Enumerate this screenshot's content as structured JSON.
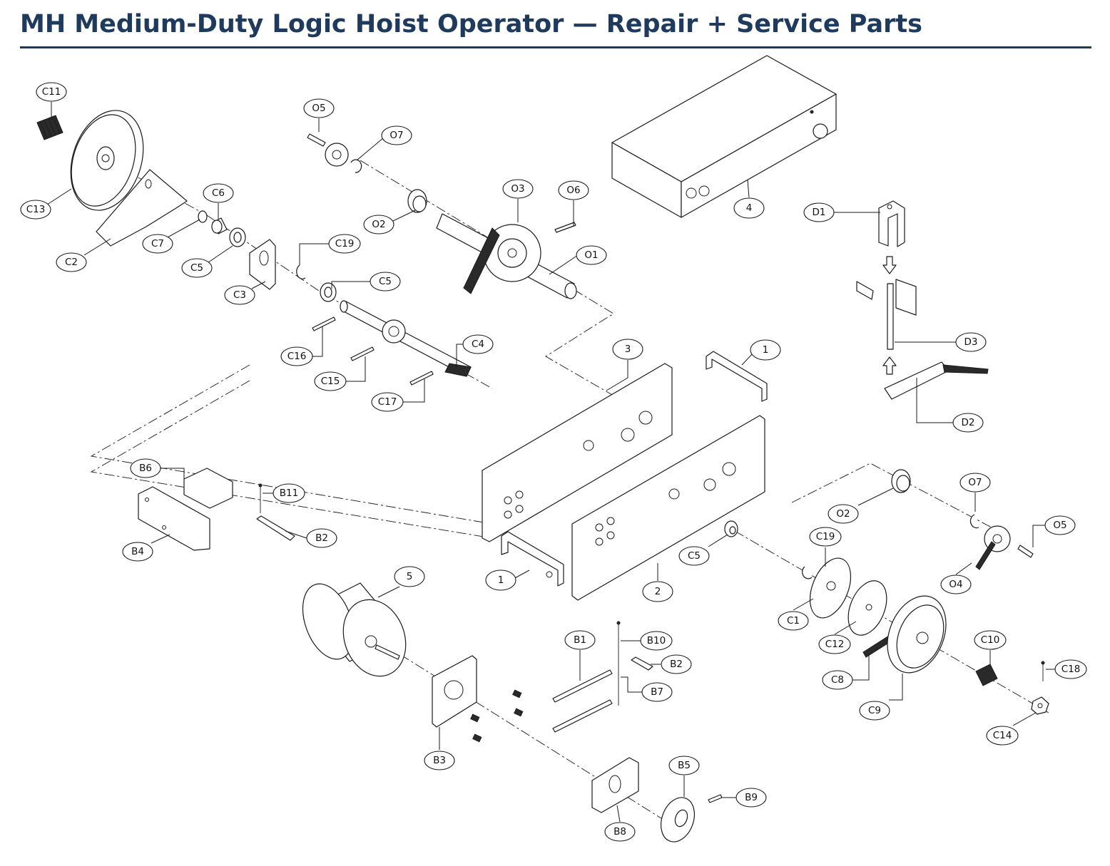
{
  "title": "MH Medium-Duty Logic Hoist Operator — Repair + Service Parts",
  "callouts": [
    {
      "id": "c11-top",
      "label": "C11"
    },
    {
      "id": "c13",
      "label": "C13"
    },
    {
      "id": "c2",
      "label": "C2"
    },
    {
      "id": "c7",
      "label": "C7"
    },
    {
      "id": "c6",
      "label": "C6"
    },
    {
      "id": "c5-a",
      "label": "C5"
    },
    {
      "id": "c3",
      "label": "C3"
    },
    {
      "id": "c19-a",
      "label": "C19"
    },
    {
      "id": "c5-b",
      "label": "C5"
    },
    {
      "id": "c16",
      "label": "C16"
    },
    {
      "id": "c15",
      "label": "C15"
    },
    {
      "id": "c17",
      "label": "C17"
    },
    {
      "id": "c4",
      "label": "C4"
    },
    {
      "id": "o5-a",
      "label": "O5"
    },
    {
      "id": "o7-a",
      "label": "O7"
    },
    {
      "id": "o2-a",
      "label": "O2"
    },
    {
      "id": "o3",
      "label": "O3"
    },
    {
      "id": "o6",
      "label": "O6"
    },
    {
      "id": "o1",
      "label": "O1"
    },
    {
      "id": "p4",
      "label": "4"
    },
    {
      "id": "d1",
      "label": "D1"
    },
    {
      "id": "d3",
      "label": "D3"
    },
    {
      "id": "d2",
      "label": "D2"
    },
    {
      "id": "p3",
      "label": "3"
    },
    {
      "id": "p1-a",
      "label": "1"
    },
    {
      "id": "p1-b",
      "label": "1"
    },
    {
      "id": "p2",
      "label": "2"
    },
    {
      "id": "b6",
      "label": "B6"
    },
    {
      "id": "b11",
      "label": "B11"
    },
    {
      "id": "b2-a",
      "label": "B2"
    },
    {
      "id": "b4",
      "label": "B4"
    },
    {
      "id": "p5",
      "label": "5"
    },
    {
      "id": "b3",
      "label": "B3"
    },
    {
      "id": "b1",
      "label": "B1"
    },
    {
      "id": "b10",
      "label": "B10"
    },
    {
      "id": "b2-b",
      "label": "B2"
    },
    {
      "id": "b7",
      "label": "B7"
    },
    {
      "id": "b5",
      "label": "B5"
    },
    {
      "id": "b9",
      "label": "B9"
    },
    {
      "id": "b8",
      "label": "B8"
    },
    {
      "id": "c5-c",
      "label": "C5"
    },
    {
      "id": "o2-b",
      "label": "O2"
    },
    {
      "id": "o7-b",
      "label": "O7"
    },
    {
      "id": "o5-b",
      "label": "O5"
    },
    {
      "id": "o4",
      "label": "O4"
    },
    {
      "id": "c19-b",
      "label": "C19"
    },
    {
      "id": "c1",
      "label": "C1"
    },
    {
      "id": "c12",
      "label": "C12"
    },
    {
      "id": "c8",
      "label": "C8"
    },
    {
      "id": "c9",
      "label": "C9"
    },
    {
      "id": "c10",
      "label": "C10"
    },
    {
      "id": "c18",
      "label": "C18"
    },
    {
      "id": "c14",
      "label": "C14"
    }
  ]
}
